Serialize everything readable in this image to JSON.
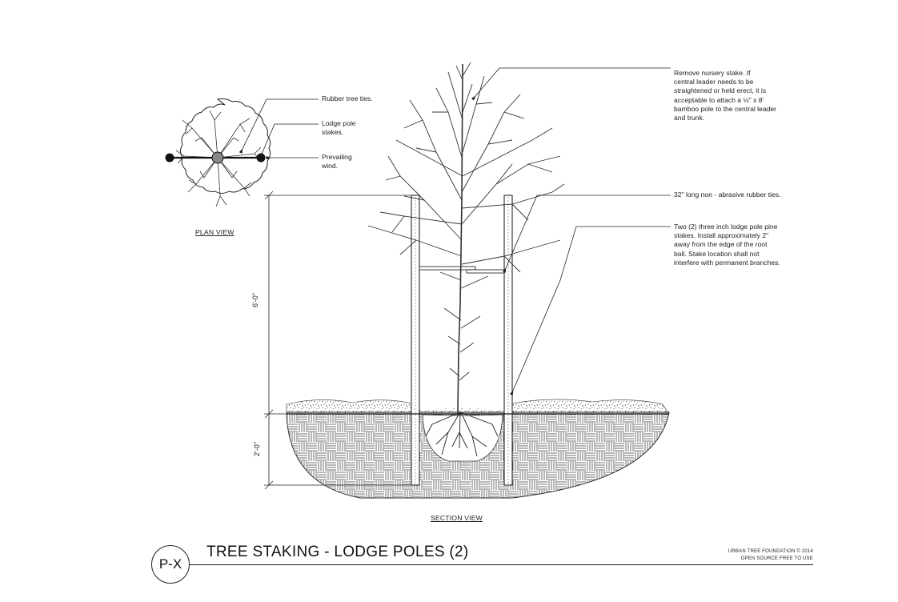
{
  "plan_view": {
    "label": "PLAN VIEW",
    "callouts": {
      "rubber_ties": "Rubber tree ties.",
      "lodge_stakes": "Lodge pole\nstakes.",
      "prevailing_wind": "Prevailing\nwind."
    }
  },
  "section_view": {
    "label": "SECTION VIEW",
    "dimensions": {
      "above_grade": "6'-0\"",
      "below_grade": "2'-0\""
    }
  },
  "notes": {
    "nursery_stake": "Remove nursery stake. If\ncentral leader needs to be\nstraightened or held erect, it is\nacceptable to attach a ½\" x 8'\nbamboo pole to the central leader\nand trunk.",
    "rubber_ties": "32\" long non - abrasive rubber ties.",
    "lodge_stakes": "Two (2) three inch lodge pole pine\nstakes. Install approximately 2\"\naway from the edge of the root\nball. Stake location shall not\ninterfere with permanent branches."
  },
  "title_block": {
    "badge": "P-X",
    "title": "TREE STAKING - LODGE POLES (2)",
    "credit_line1": "URBAN TREE FOUNDATION © 2014",
    "credit_line2": "OPEN SOURCE FREE TO USE"
  },
  "colors": {
    "ink": "#1a1a1a",
    "background": "#ffffff"
  }
}
